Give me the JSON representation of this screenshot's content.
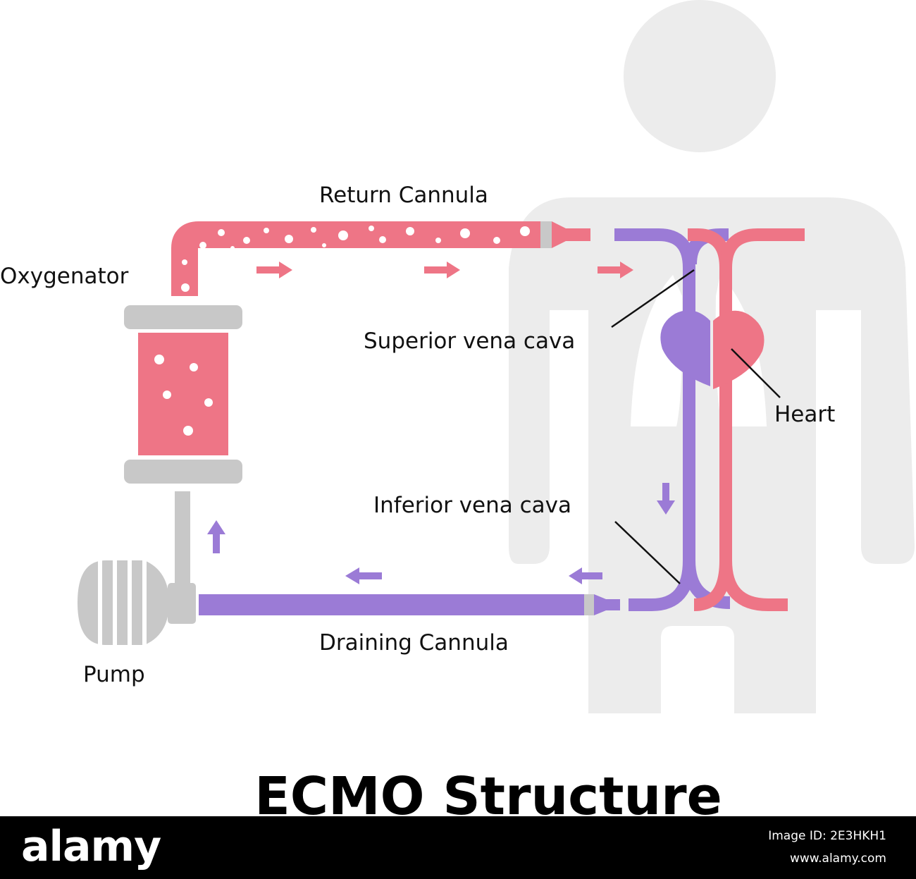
{
  "title": "ECMO Structure",
  "labels": {
    "return_cannula": "Return Cannula",
    "oxygenator": "Oxygenator",
    "superior_vena_cava": "Superior vena cava",
    "heart": "Heart",
    "inferior_vena_cava": "Inferior vena cava",
    "draining_cannula": "Draining Cannula",
    "pump": "Pump"
  },
  "footer": {
    "brand": "alamy",
    "image_id": "Image ID: 2E3HKH1",
    "site": "www.alamy.com"
  },
  "colors": {
    "oxygenated_blood": "#EE7586",
    "deoxygenated_blood": "#9B7BD6",
    "equipment": "#C8C8C8",
    "body_silhouette": "#ECECEC"
  }
}
